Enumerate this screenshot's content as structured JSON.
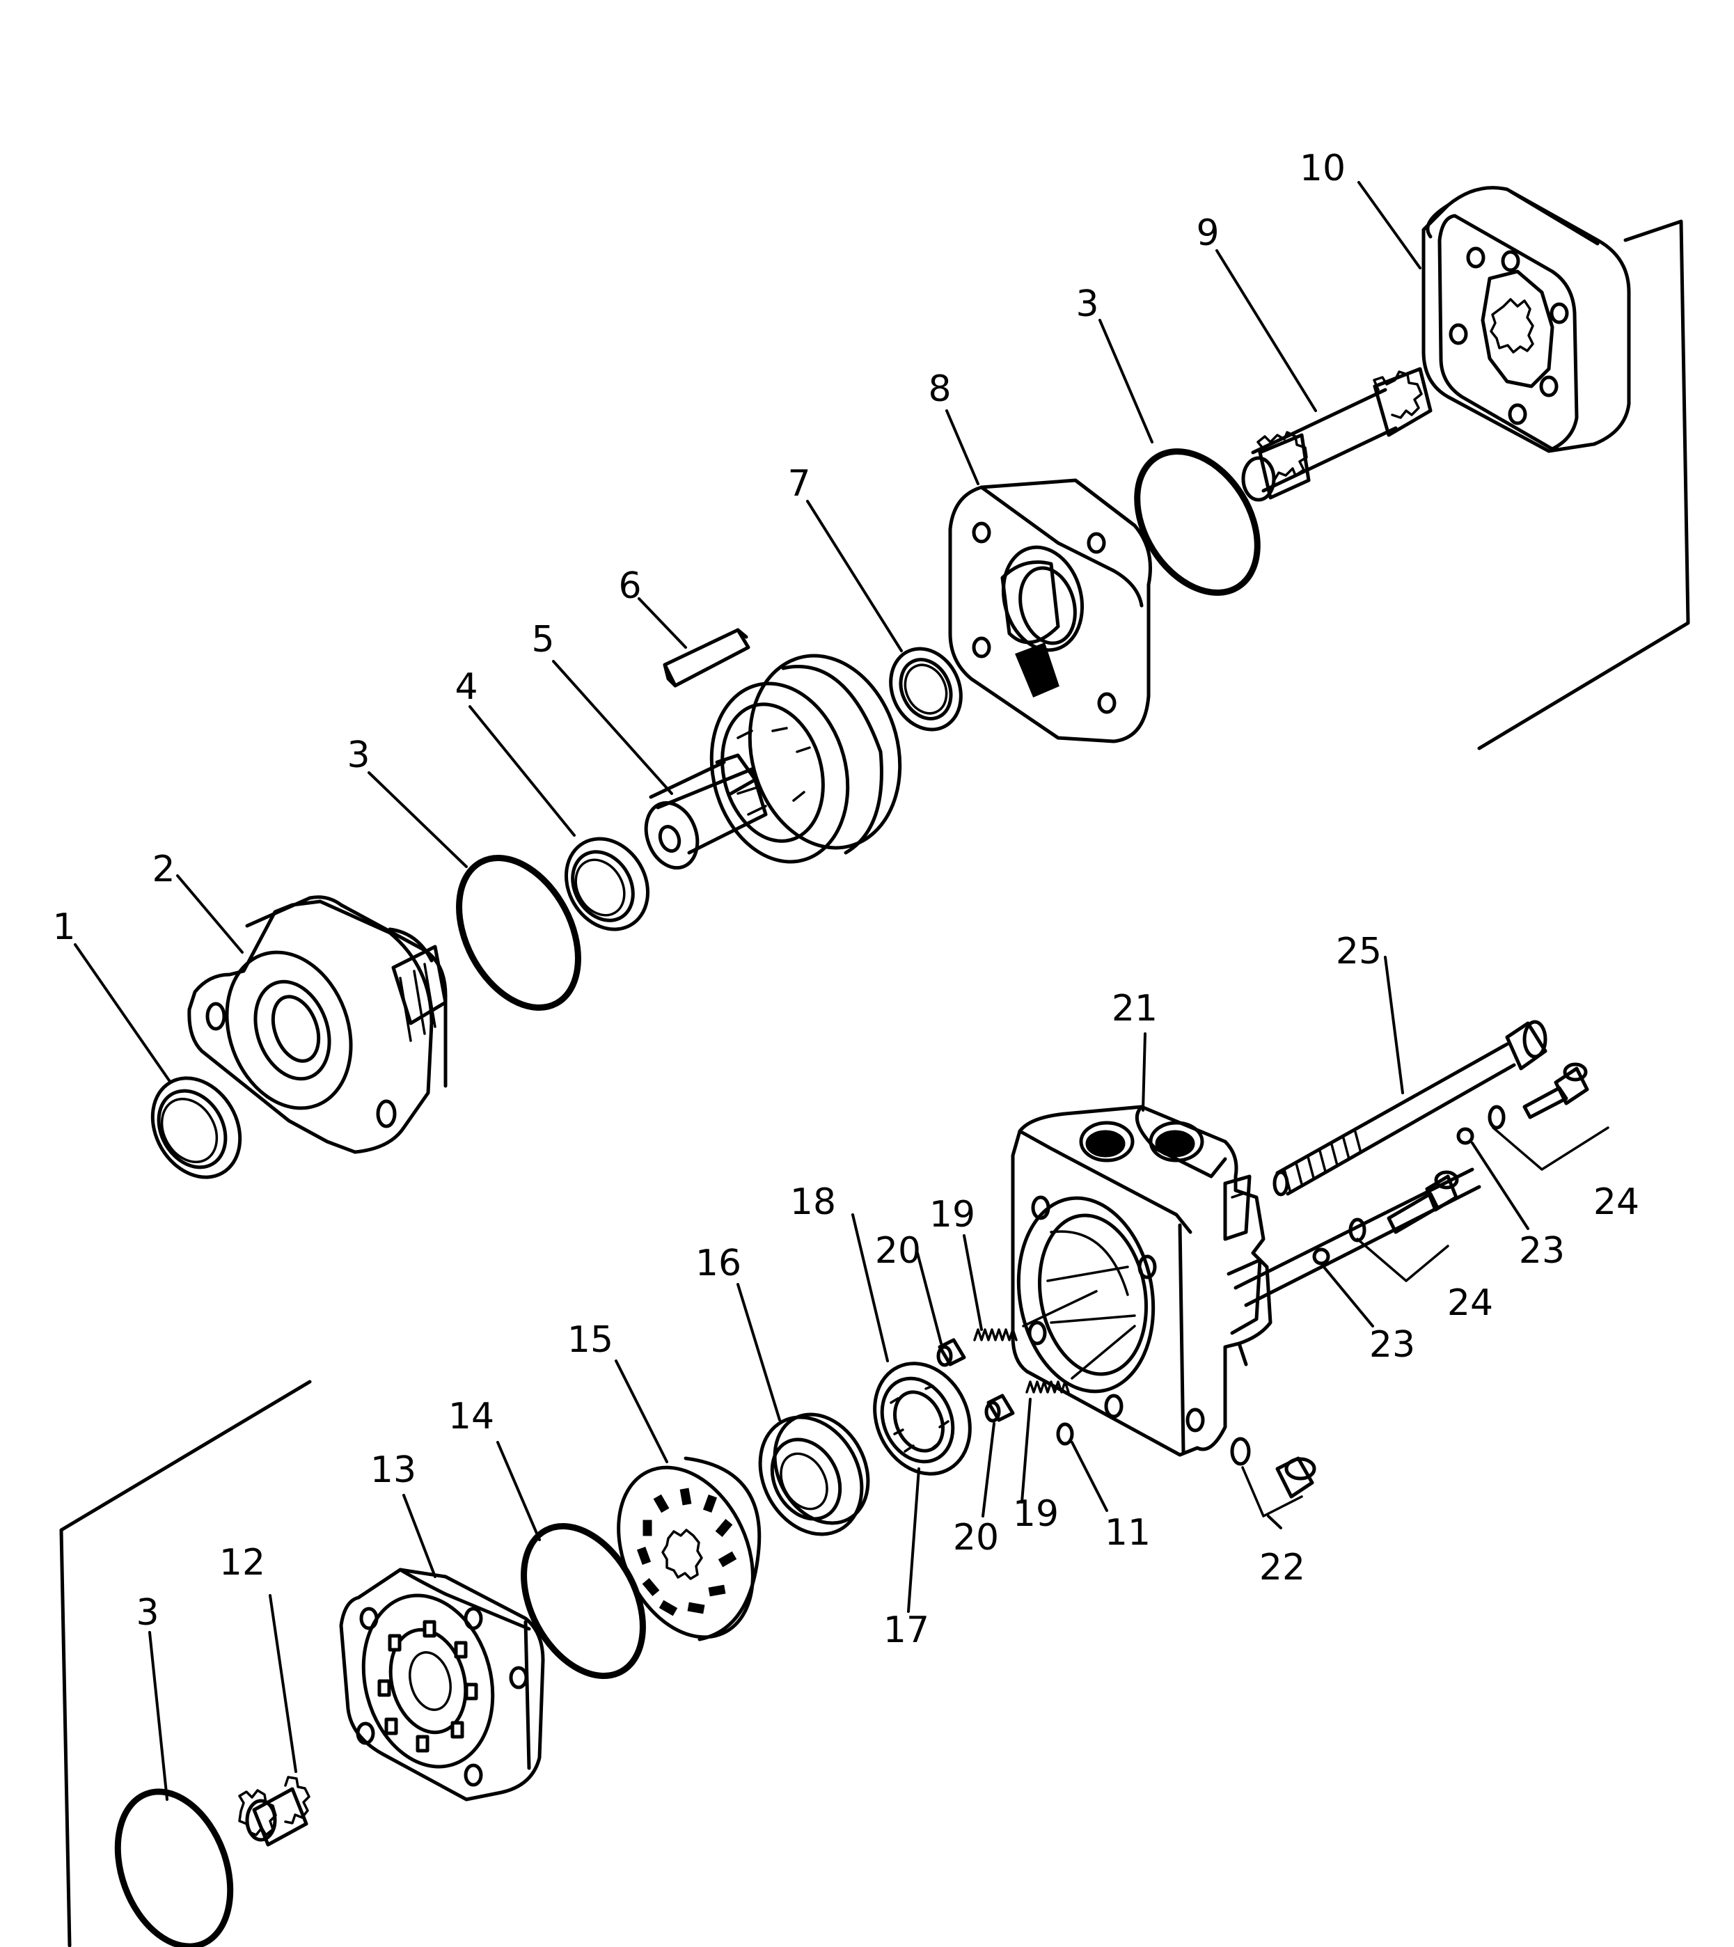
{
  "callouts": [
    {
      "id": "c1",
      "label": "1"
    },
    {
      "id": "c2",
      "label": "2"
    },
    {
      "id": "c3a",
      "label": "3"
    },
    {
      "id": "c3b",
      "label": "3"
    },
    {
      "id": "c3c",
      "label": "3"
    },
    {
      "id": "c4",
      "label": "4"
    },
    {
      "id": "c5",
      "label": "5"
    },
    {
      "id": "c6",
      "label": "6"
    },
    {
      "id": "c7",
      "label": "7"
    },
    {
      "id": "c8",
      "label": "8"
    },
    {
      "id": "c9",
      "label": "9"
    },
    {
      "id": "c10",
      "label": "10"
    },
    {
      "id": "c11",
      "label": "11"
    },
    {
      "id": "c12",
      "label": "12"
    },
    {
      "id": "c13",
      "label": "13"
    },
    {
      "id": "c14",
      "label": "14"
    },
    {
      "id": "c15",
      "label": "15"
    },
    {
      "id": "c16",
      "label": "16"
    },
    {
      "id": "c17",
      "label": "17"
    },
    {
      "id": "c18",
      "label": "18"
    },
    {
      "id": "c19a",
      "label": "19"
    },
    {
      "id": "c19b",
      "label": "19"
    },
    {
      "id": "c20a",
      "label": "20"
    },
    {
      "id": "c20b",
      "label": "20"
    },
    {
      "id": "c21",
      "label": "21"
    },
    {
      "id": "c22",
      "label": "22"
    },
    {
      "id": "c23a",
      "label": "23"
    },
    {
      "id": "c23b",
      "label": "23"
    },
    {
      "id": "c24a",
      "label": "24"
    },
    {
      "id": "c24b",
      "label": "24"
    },
    {
      "id": "c25",
      "label": "25"
    }
  ]
}
